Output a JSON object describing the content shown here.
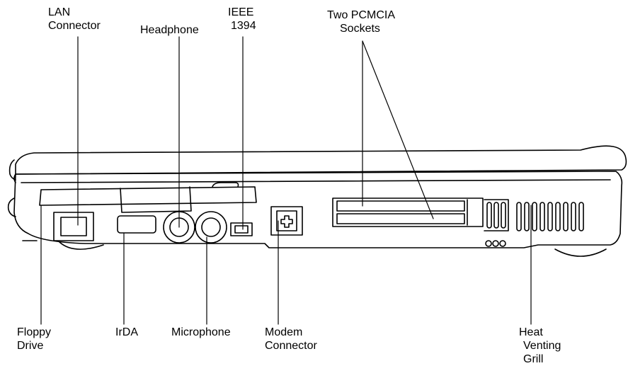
{
  "labels": {
    "lan": [
      "LAN",
      "Connector"
    ],
    "headphone": [
      "Headphone"
    ],
    "ieee": [
      "IEEE",
      "1394"
    ],
    "pcmcia": [
      "Two PCMCIA",
      "Sockets"
    ],
    "floppy": [
      "Floppy",
      "Drive"
    ],
    "irda": [
      "IrDA"
    ],
    "microphone": [
      "Microphone"
    ],
    "modem": [
      "Modem",
      "Connector"
    ],
    "heat": [
      "Heat",
      "Venting",
      "Grill"
    ]
  },
  "colors": {
    "line": "#000000",
    "background": "#ffffff"
  }
}
